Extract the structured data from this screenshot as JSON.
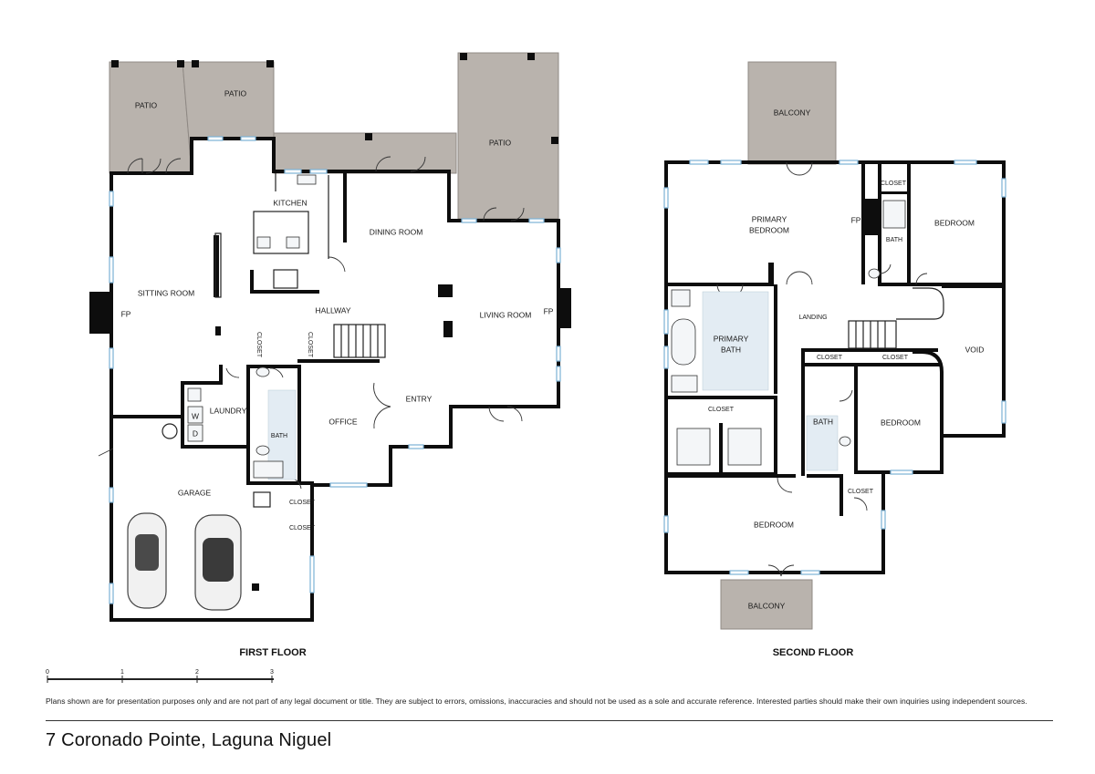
{
  "first_floor": {
    "title": "FIRST FLOOR",
    "rooms": {
      "patio_left": "PATIO",
      "patio_mid": "PATIO",
      "patio_right": "PATIO",
      "kitchen": "KITCHEN",
      "dining_room": "DINING ROOM",
      "sitting_room": "SITTING ROOM",
      "fp_left": "FP",
      "hallway": "HALLWAY",
      "living_room": "LIVING ROOM",
      "fp_right": "FP",
      "closet_a": "CLOSET",
      "closet_b": "CLOSET",
      "laundry": "LAUNDRY",
      "washer": "W",
      "dryer": "D",
      "bath": "BATH",
      "office": "OFFICE",
      "entry": "ENTRY",
      "garage": "GARAGE",
      "closet_c": "CLOSET",
      "closet_d": "CLOSET"
    }
  },
  "second_floor": {
    "title": "SECOND FLOOR",
    "rooms": {
      "balcony_top": "BALCONY",
      "closet_top": "CLOSET",
      "primary_bedroom_1": "PRIMARY",
      "primary_bedroom_2": "BEDROOM",
      "fp": "FP",
      "bedroom_ne": "BEDROOM",
      "bath_ne": "BATH",
      "primary_bath_1": "PRIMARY",
      "primary_bath_2": "BATH",
      "landing": "LANDING",
      "void": "VOID",
      "closet_mid_a": "CLOSET",
      "closet_mid_b": "CLOSET",
      "closet_wic": "CLOSET",
      "bath_mid": "BATH",
      "bedroom_e": "BEDROOM",
      "closet_low": "CLOSET",
      "bedroom_s": "BEDROOM",
      "balcony_bottom": "BALCONY"
    }
  },
  "scale": {
    "ticks": [
      "0",
      "1",
      "2",
      "3"
    ]
  },
  "disclaimer": "Plans shown are for presentation purposes only and are not part of any legal document or title. They are subject to errors, omissions, inaccuracies and should not be used as a sole and accurate reference. Interested parties should make their own inquiries using independent sources.",
  "address": "7 Coronado Pointe, Laguna Niguel",
  "colors": {
    "wall": "#0d0d0d",
    "patio": "#b9b3ad",
    "window": "#7cb2d6",
    "tile": "#e3ecf3"
  }
}
